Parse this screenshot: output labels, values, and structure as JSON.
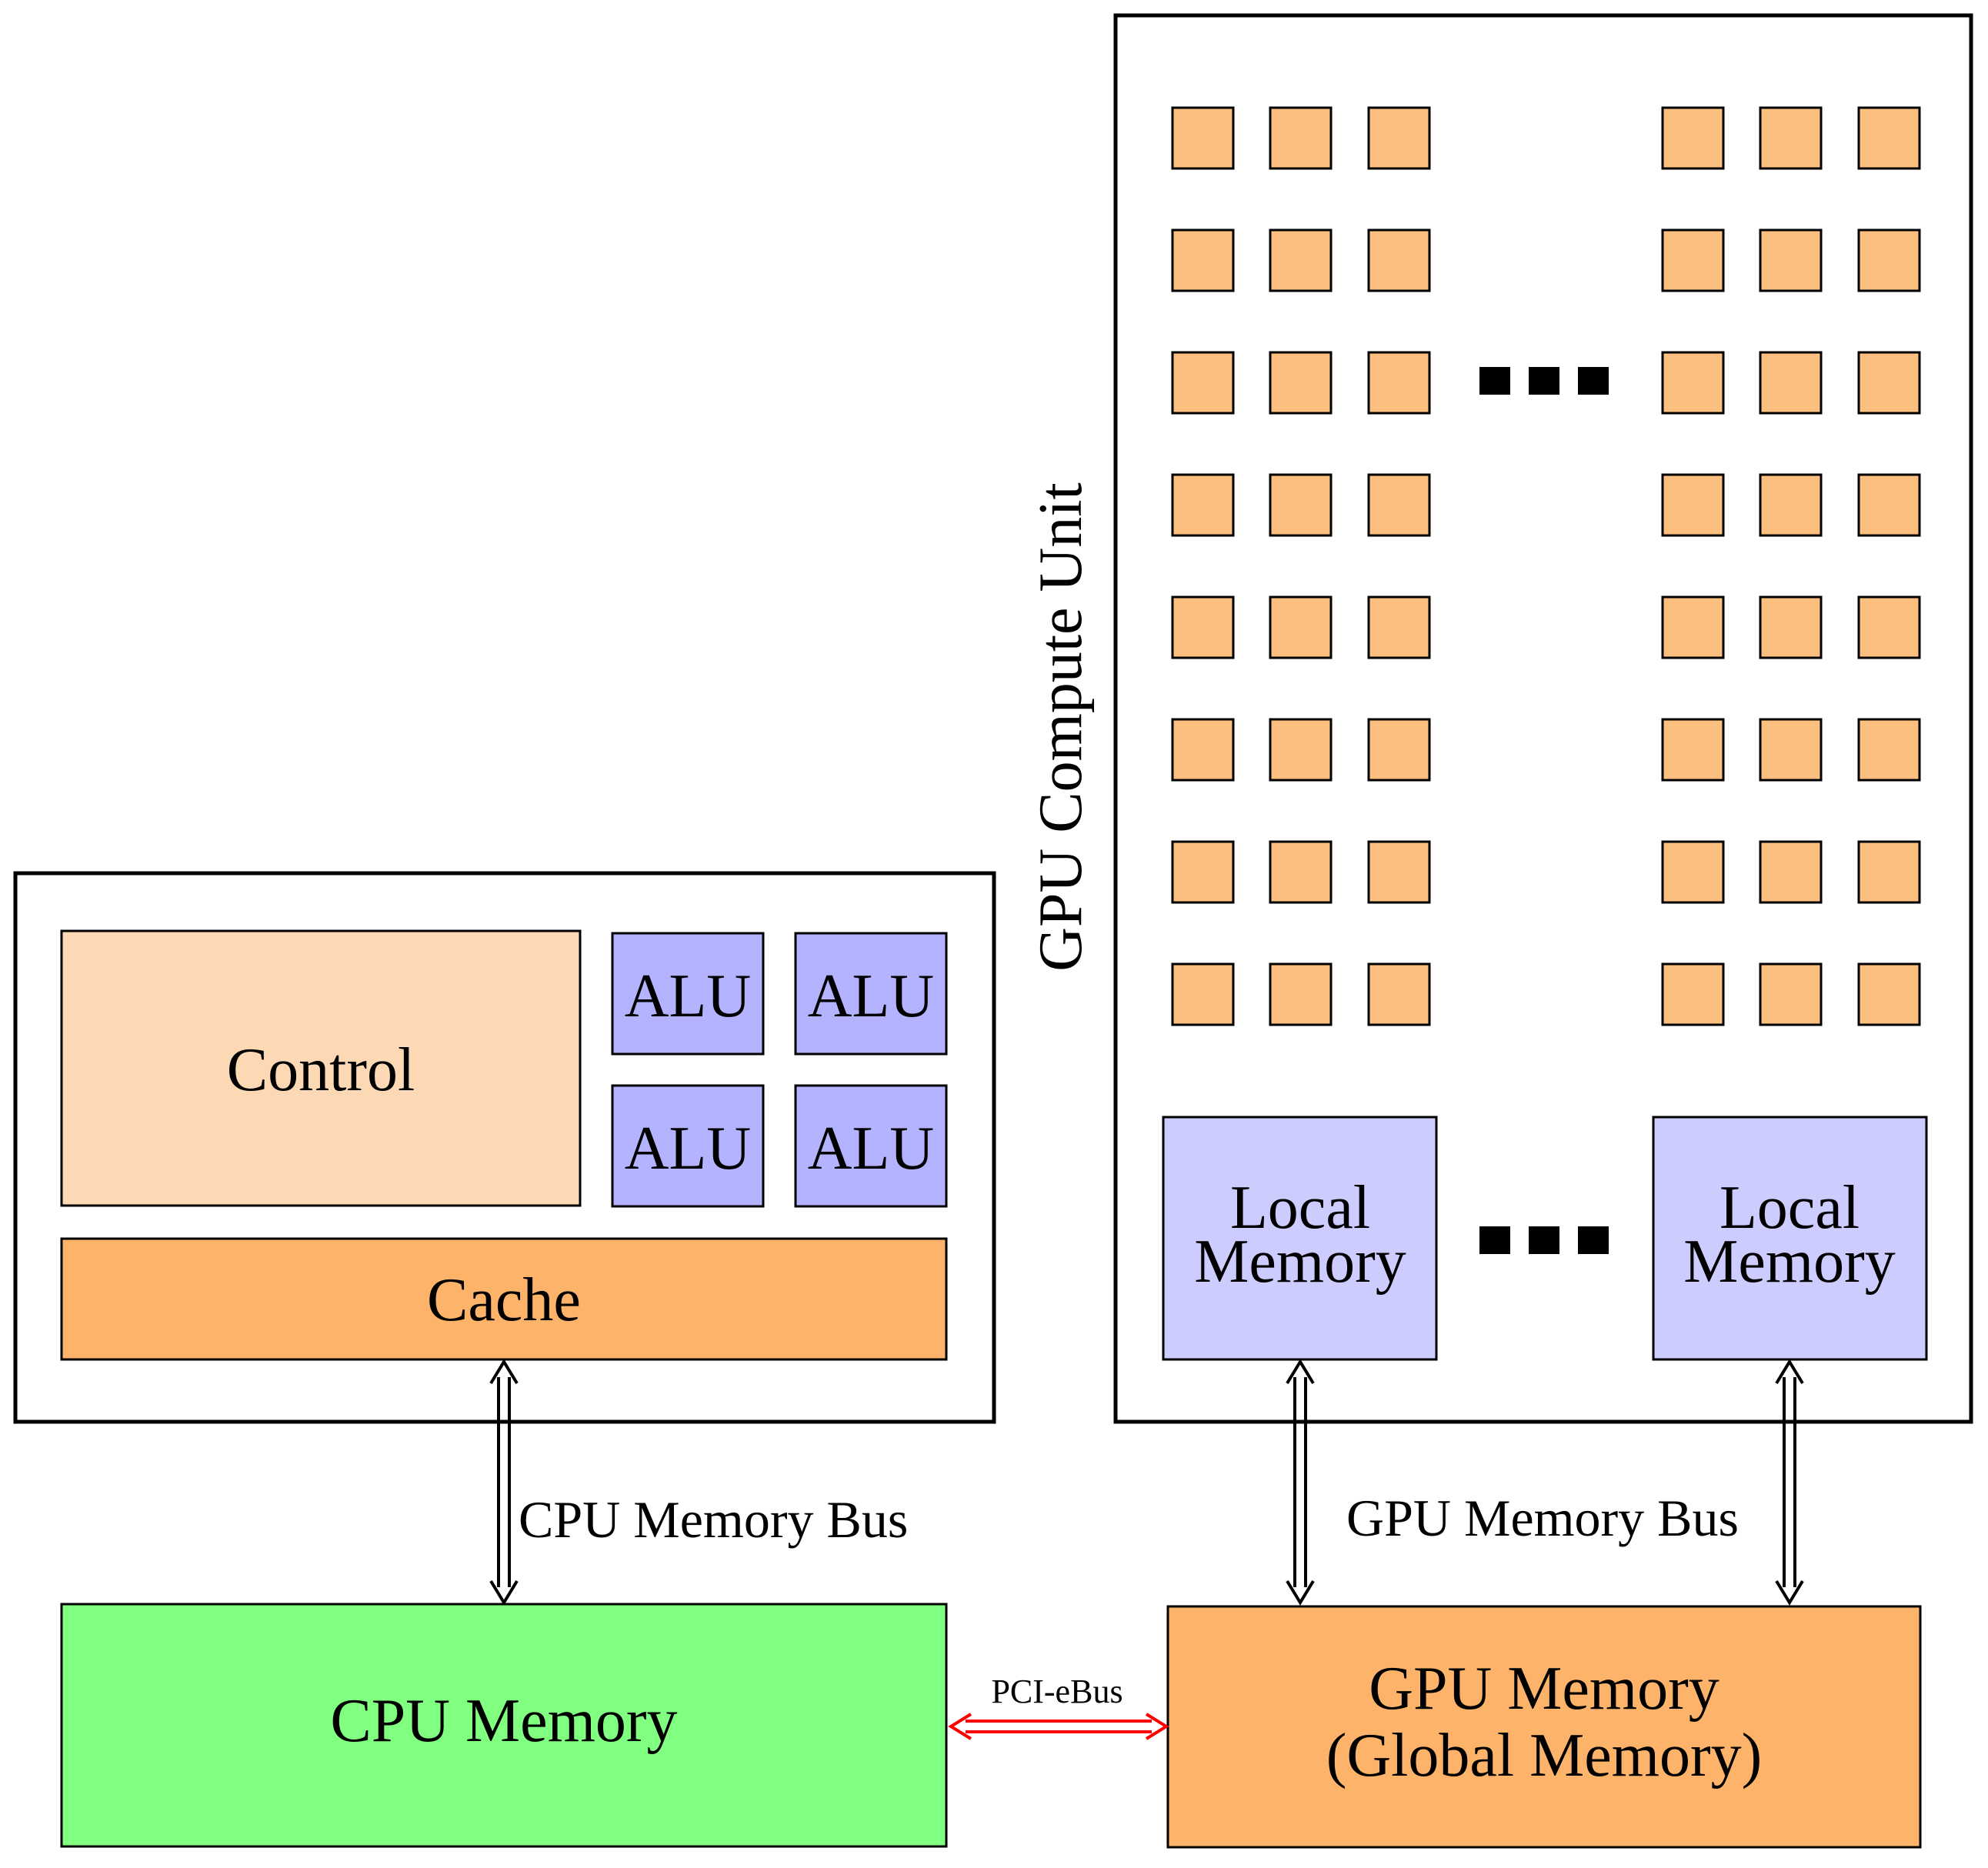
{
  "cpu": {
    "control_label": "Control",
    "alu_labels": [
      "ALU",
      "ALU",
      "ALU",
      "ALU"
    ],
    "cache_label": "Cache",
    "memory_label": "CPU  Memory",
    "bus_label": "CPU Memory Bus"
  },
  "gpu": {
    "compute_unit_label": "GPU Compute Unit",
    "local_memory_lines": [
      "Local",
      "Memory"
    ],
    "bus_label": "GPU Memory Bus",
    "memory_line1": "GPU Memory",
    "memory_line2": "(Global Memory)",
    "core_rows": 8,
    "core_cols_per_group": 3
  },
  "pcie_label": "PCI-eBus",
  "colors": {
    "control": "#FDD8B4",
    "alu": "#B3B3FF",
    "cache": "#FDB46A",
    "cpu_memory": "#80FF80",
    "gpu_core": "#FDBF80",
    "local_memory": "#CCCCFF",
    "gpu_memory": "#FDB46A",
    "pcie_arrow": "#FF0000"
  }
}
